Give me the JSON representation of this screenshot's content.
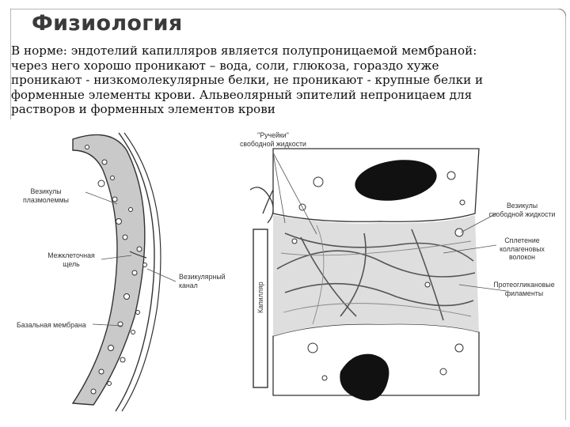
{
  "slide": {
    "title": "Физиология",
    "paragraph_lines": [
      "В норме: эндотелий капилляров является полупроницаемой мембраной:",
      "через него хорошо проникают – вода, соли, глюкоза, гораздо хуже",
      "проникают - низкомолекулярные белки, не проникают - крупные белки и",
      "форменные элементы крови. Альвеолярный эпителий непроницаем для",
      "растворов и форменных элементов крови"
    ]
  },
  "figure_left": {
    "labels": {
      "vesicles_1": "Везикулы",
      "vesicles_2": "плазмолеммы",
      "cleft_1": "Межклеточная",
      "cleft_2": "щель",
      "canal_1": "Везикулярный",
      "canal_2": "канал",
      "basal": "Базальная мембрана"
    }
  },
  "figure_right": {
    "labels": {
      "streams_1": "\"Ручейки\"",
      "streams_2": "свободной жидкости",
      "free_1": "Везикулы",
      "free_2": "свободной жидкости",
      "plexus_1": "Сплетение",
      "plexus_2": "коллагеновых",
      "plexus_3": "волокон",
      "proteo_1": "Протеогликановые",
      "proteo_2": "филаменты",
      "capillary": "Капилляр"
    }
  }
}
